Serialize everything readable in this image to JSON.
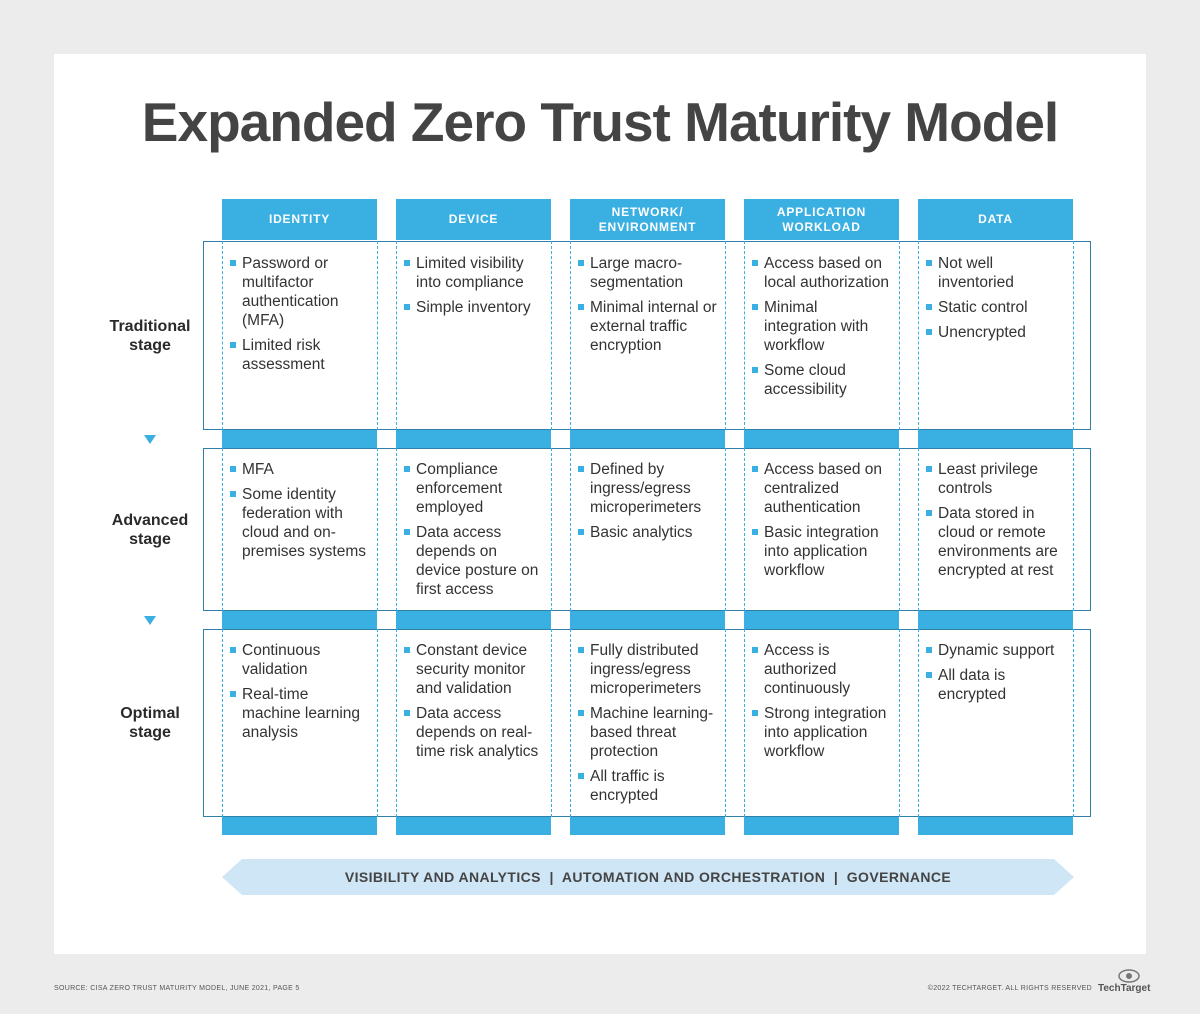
{
  "title": "Expanded Zero Trust Maturity Model",
  "columns": [
    "IDENTITY",
    "DEVICE",
    "NETWORK/\nENVIRONMENT",
    "APPLICATION\nWORKLOAD",
    "DATA"
  ],
  "stages": [
    {
      "label": "Traditional\nstage",
      "cells": [
        [
          "Password or multifactor authentication (MFA)",
          "Limited risk assessment"
        ],
        [
          "Limited visibility into compliance",
          "Simple inventory"
        ],
        [
          "Large macro-segmentation",
          "Minimal internal or external traffic encryption"
        ],
        [
          "Access based on local authorization",
          "Minimal integration with workflow",
          "Some cloud accessibility"
        ],
        [
          "Not well inventoried",
          "Static control",
          "Unencrypted"
        ]
      ]
    },
    {
      "label": "Advanced\nstage",
      "cells": [
        [
          "MFA",
          "Some identity federation with cloud and on-premises systems"
        ],
        [
          "Compliance enforcement employed",
          "Data access depends on device posture on first access"
        ],
        [
          "Defined by ingress/egress microperimeters",
          "Basic analytics"
        ],
        [
          "Access based on centralized authentication",
          "Basic integration into application workflow"
        ],
        [
          "Least privilege controls",
          "Data stored in cloud or remote environments are encrypted at rest"
        ]
      ]
    },
    {
      "label": "Optimal\nstage",
      "cells": [
        [
          "Continuous validation",
          "Real-time machine learning analysis"
        ],
        [
          "Constant device security monitor and validation",
          "Data access depends on real-time risk analytics"
        ],
        [
          "Fully distributed ingress/egress microperimeters",
          "Machine learning-based threat protection",
          "All traffic is encrypted"
        ],
        [
          "Access is authorized continuously",
          "Strong integration into application workflow"
        ],
        [
          "Dynamic support",
          "All data is encrypted"
        ]
      ]
    }
  ],
  "banner": "VISIBILITY AND ANALYTICS  |  AUTOMATION AND ORCHESTRATION  |  GOVERNANCE",
  "footer": {
    "source": "SOURCE: CISA ZERO TRUST MATURITY MODEL, JUNE 2021, PAGE 5",
    "copyright": "©2022 TECHTARGET. ALL RIGHTS RESERVED",
    "logo": "TechTarget"
  },
  "colors": {
    "accent": "#3aafe2",
    "border": "#2f7fa8",
    "banner": "#cfe6f7",
    "title": "#444444"
  },
  "icons": [
    "arrow-down-icon",
    "bullet-square-icon",
    "techtarget-logo-icon"
  ]
}
